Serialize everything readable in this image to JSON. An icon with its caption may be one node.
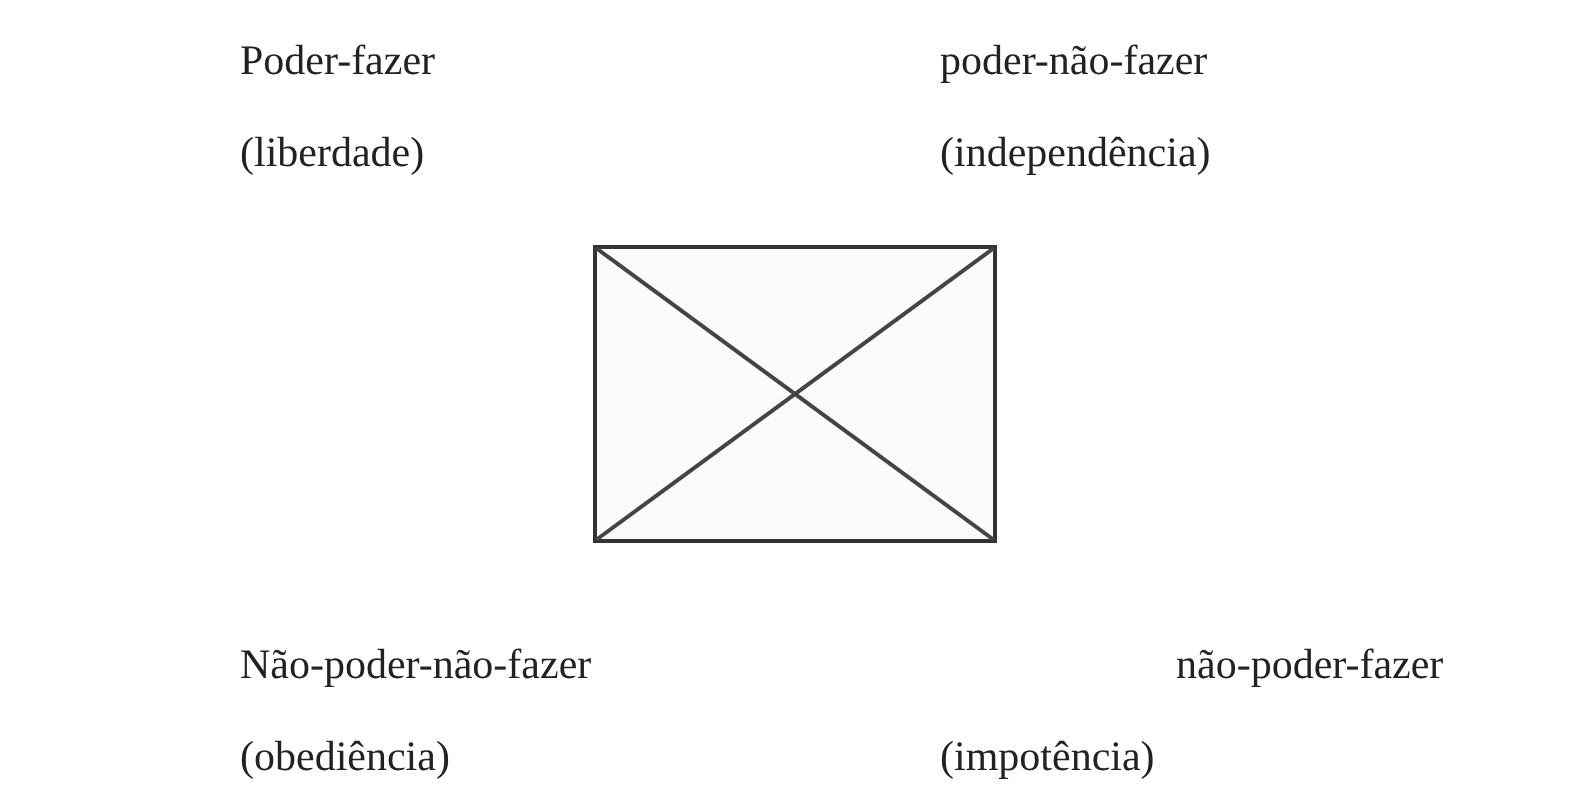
{
  "diagram": {
    "labels": [
      "Poder-fazer",
      "poder-não-fazer",
      "(liberdade)",
      "(independência)",
      "Não-poder-não-fazer",
      "não-poder-fazer",
      "(obediência)",
      "(impotência)"
    ]
  }
}
